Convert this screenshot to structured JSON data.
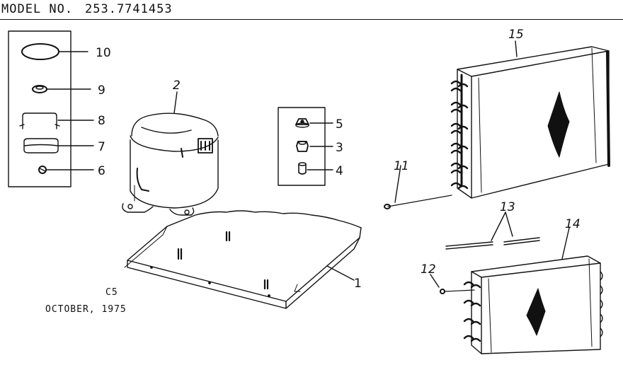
{
  "header": {
    "model_label": "MODEL NO.",
    "model_number": "253.7741453"
  },
  "stamp": {
    "code": "C5",
    "date": "OCTOBER, 1975"
  },
  "callouts": {
    "c1": "1",
    "c2": "2",
    "c3": "3",
    "c4": "4",
    "c5": "5",
    "c6": "6",
    "c7": "7",
    "c8": "8",
    "c9": "9",
    "c10": "10",
    "c11": "11",
    "c12": "12",
    "c13": "13",
    "c14": "14",
    "c15": "15"
  }
}
